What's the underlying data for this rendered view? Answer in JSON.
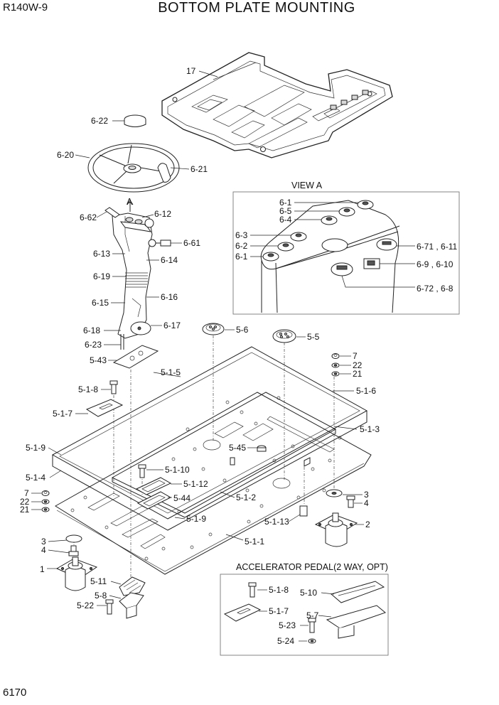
{
  "header": {
    "model": "R140W-9",
    "title": "BOTTOM PLATE MOUNTING"
  },
  "footer": {
    "page_number": "6170"
  },
  "view_a": {
    "title": "VIEW A"
  },
  "accelerator_box": {
    "title": "ACCELERATOR PEDAL(2 WAY, OPT)"
  },
  "view_marker": "A",
  "labels": {
    "p17": "17",
    "p6_22": "6-22",
    "p6_20": "6-20",
    "p6_21": "6-21",
    "p6_62": "6-62",
    "p6_12": "6-12",
    "p6_61": "6-61",
    "p6_13": "6-13",
    "p6_14": "6-14",
    "p6_19": "6-19",
    "p6_16": "6-16",
    "p6_15": "6-15",
    "p6_18": "6-18",
    "p6_17": "6-17",
    "p6_23": "6-23",
    "p5_43": "5-43",
    "p5_6": "5-6",
    "p5_5": "5-5",
    "p5_1_5": "5-1-5",
    "p5_1_8": "5-1-8",
    "p5_1_7": "5-1-7",
    "p5_1_9a": "5-1-9",
    "p5_1_4": "5-1-4",
    "p7a": "7",
    "p22a": "22",
    "p21a": "21",
    "p3a": "3",
    "p4a": "4",
    "p1": "1",
    "p5_11": "5-11",
    "p5_8": "5-8",
    "p5_22": "5-22",
    "p5_1_10": "5-1-10",
    "p5_1_12": "5-1-12",
    "p5_44": "5-44",
    "p5_1_9b": "5-1-9",
    "p5_45": "5-45",
    "p5_1_2": "5-1-2",
    "p5_1_13": "5-1-13",
    "p5_1_1": "5-1-1",
    "p7b": "7",
    "p22b": "22",
    "p21b": "21",
    "p5_1_6": "5-1-6",
    "p5_1_3": "5-1-3",
    "p3b": "3",
    "p4b": "4",
    "p2": "2",
    "va6_1a": "6-1",
    "va6_5": "6-5",
    "va6_4": "6-4",
    "va6_3": "6-3",
    "va6_2": "6-2",
    "va6_1b": "6-1",
    "va6_71": "6-71 , 6-11",
    "va6_9": "6-9   , 6-10",
    "va6_72": "6-72 , 6-8",
    "ap5_1_8": "5-1-8",
    "ap5_10": "5-10",
    "ap5_1_7": "5-1-7",
    "ap5_7": "5-7",
    "ap5_23": "5-23",
    "ap5_24": "5-24"
  }
}
